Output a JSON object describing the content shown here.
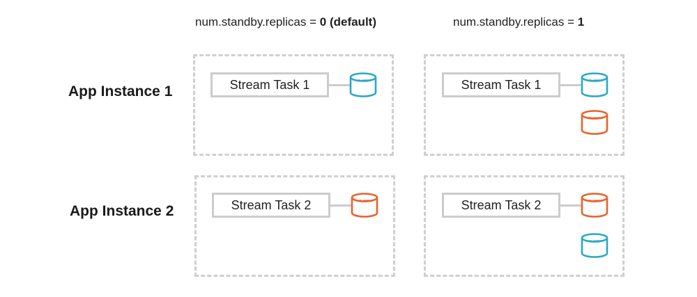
{
  "columns": [
    {
      "prefix": "num.standby.replicas = ",
      "value": "0",
      "suffix": " (default)"
    },
    {
      "prefix": "num.standby.replicas = ",
      "value": "1",
      "suffix": ""
    }
  ],
  "rows": [
    {
      "label": "App Instance 1"
    },
    {
      "label": "App Instance 2"
    }
  ],
  "cells": {
    "r1c1": {
      "task": "Stream Task 1",
      "stores": [
        "blue"
      ]
    },
    "r1c2": {
      "task": "Stream Task 1",
      "stores": [
        "blue",
        "orange"
      ]
    },
    "r2c1": {
      "task": "Stream Task 2",
      "stores": [
        "orange"
      ]
    },
    "r2c2": {
      "task": "Stream Task 2",
      "stores": [
        "orange",
        "blue"
      ]
    }
  },
  "colors": {
    "blue": "#2aa8c4",
    "orange": "#e8622c",
    "dashed_border": "#cfcfcf",
    "task_border": "#cccccc"
  }
}
